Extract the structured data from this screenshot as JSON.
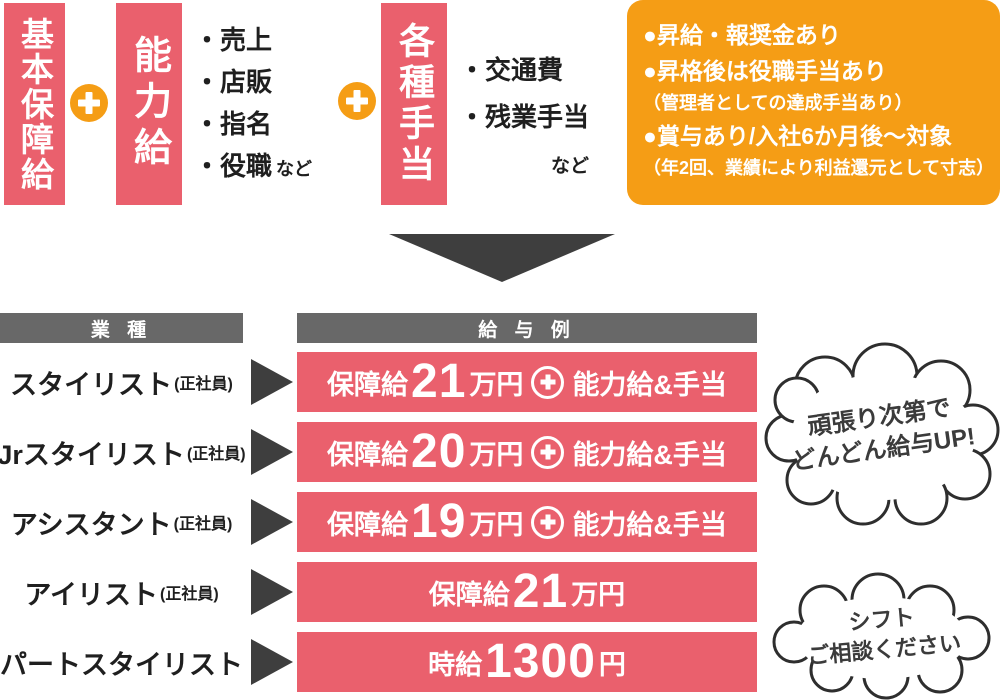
{
  "colors": {
    "pink": "#ea606d",
    "orange": "#f59d15",
    "dark_gray_arrow": "#3e3e3e",
    "header_gray": "#686868",
    "text_black": "#1f1f1f",
    "white": "#ffffff"
  },
  "formula": {
    "box1_label": "基本保障給",
    "box2_label": "能力給",
    "box2_items": [
      "・売上",
      "・店販",
      "・指名",
      "・役職"
    ],
    "box2_etc": "など",
    "box3_label": "各種手当",
    "box3_items": [
      "・交通費",
      "・残業手当"
    ],
    "box3_etc": "など",
    "plus_symbol": "+"
  },
  "benefits": {
    "lines": [
      {
        "text": "●昇給・報奨金あり",
        "size": "large"
      },
      {
        "text": "●昇格後は役職手当あり",
        "size": "large"
      },
      {
        "text": "（管理者としての達成手当あり）",
        "size": "small"
      },
      {
        "text": "●賞与あり/入社6か月後〜対象",
        "size": "large"
      },
      {
        "text": "（年2回、業績により利益還元として寸志）",
        "size": "small"
      }
    ]
  },
  "table": {
    "job_header": "業 種",
    "salary_header": "給 与 例",
    "rows": [
      {
        "job": "スタイリスト",
        "note": "(正社員)",
        "prefix": "保障給",
        "amount": "21",
        "unit": "万円",
        "extra": "能力給&手当"
      },
      {
        "job": "Jrスタイリスト",
        "note": "(正社員)",
        "prefix": "保障給",
        "amount": "20",
        "unit": "万円",
        "extra": "能力給&手当"
      },
      {
        "job": "アシスタント",
        "note": "(正社員)",
        "prefix": "保障給",
        "amount": "19",
        "unit": "万円",
        "extra": "能力給&手当"
      },
      {
        "job": "アイリスト",
        "note": "(正社員)",
        "prefix": "保障給",
        "amount": "21",
        "unit": "万円",
        "extra": ""
      },
      {
        "job": "パートスタイリスト",
        "note": "",
        "prefix": "時給",
        "amount": "1300",
        "unit": "円",
        "extra": ""
      }
    ]
  },
  "clouds": [
    {
      "lines": [
        "頑張り次第で",
        "どんどん給与UP!"
      ]
    },
    {
      "lines": [
        "シフト",
        "ご相談ください"
      ]
    }
  ]
}
